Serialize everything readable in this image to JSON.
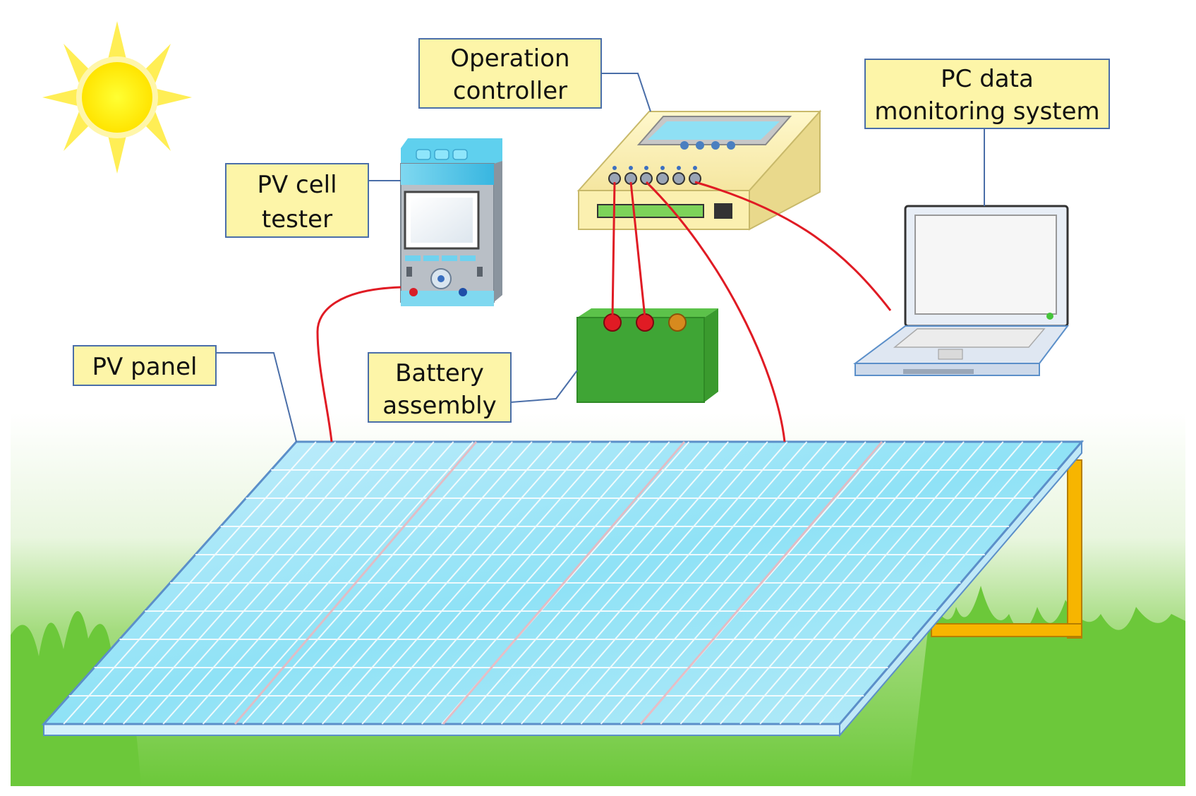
{
  "diagram": {
    "labels": {
      "operation_controller": [
        "Operation",
        "controller"
      ],
      "pc_monitoring": [
        "PC data",
        "monitoring system"
      ],
      "pv_cell_tester": [
        "PV cell",
        "tester"
      ],
      "pv_panel": [
        "PV panel"
      ],
      "battery_assembly": [
        "Battery",
        "assembly"
      ]
    },
    "colors": {
      "label_fill": "#fdf5a8",
      "label_border": "#4a6ea8",
      "wire": "#e01b24",
      "leader_line": "#4a6ea8",
      "grass": "#6cc83a",
      "panel": "#9fe3f7",
      "battery": "#3fa535",
      "controller": "#fbf0b0",
      "sun": "#ffe600"
    },
    "icons": [
      "sun-icon",
      "pv-panel-icon",
      "pv-cell-tester-icon",
      "operation-controller-icon",
      "battery-icon",
      "laptop-icon"
    ]
  }
}
